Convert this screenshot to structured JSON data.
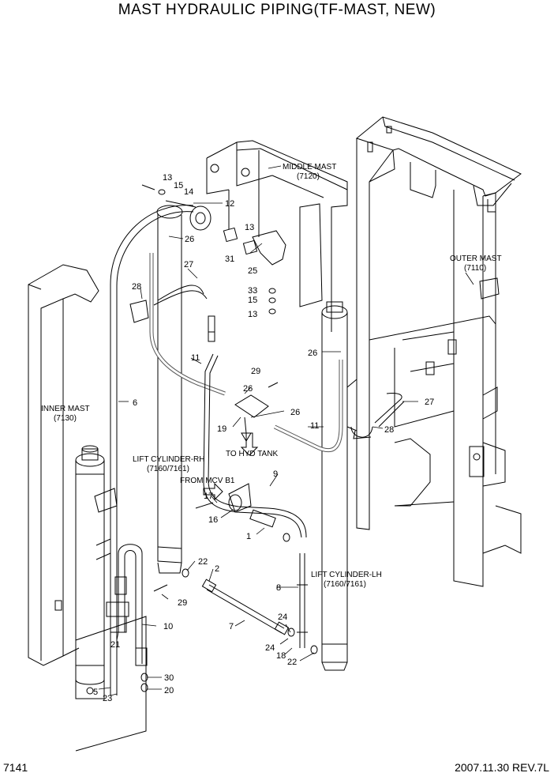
{
  "title": "MAST HYDRAULIC PIPING(TF-MAST, NEW)",
  "footer": {
    "page_number": "7141",
    "date_rev": "2007.11.30  REV.7L"
  },
  "assemblies": {
    "middle_mast": "MIDDLE MAST",
    "middle_mast_code": "(7120)",
    "outer_mast": "OUTER MAST",
    "outer_mast_code": "(7110)",
    "inner_mast": "INNER MAST",
    "inner_mast_code": "(7130)",
    "lift_cyl_rh": "LIFT CYLINDER-RH",
    "lift_cyl_rh_code": "(7160/7161)",
    "lift_cyl_lh": "LIFT CYLINDER-LH",
    "lift_cyl_lh_code": "(7160/7161)",
    "to_hyd_tank": "TO HYD TANK",
    "from_mcv": "FROM MCV B1"
  },
  "callouts": [
    "13",
    "15",
    "14",
    "12",
    "26",
    "27",
    "28",
    "13",
    "31",
    "25",
    "33",
    "15",
    "13",
    "11",
    "26",
    "29",
    "26",
    "26",
    "19",
    "11",
    "6",
    "27",
    "28",
    "9",
    "17",
    "16",
    "1",
    "22",
    "2",
    "29",
    "8",
    "10",
    "21",
    "7",
    "24",
    "24",
    "18",
    "22",
    "30",
    "20",
    "5",
    "23"
  ]
}
